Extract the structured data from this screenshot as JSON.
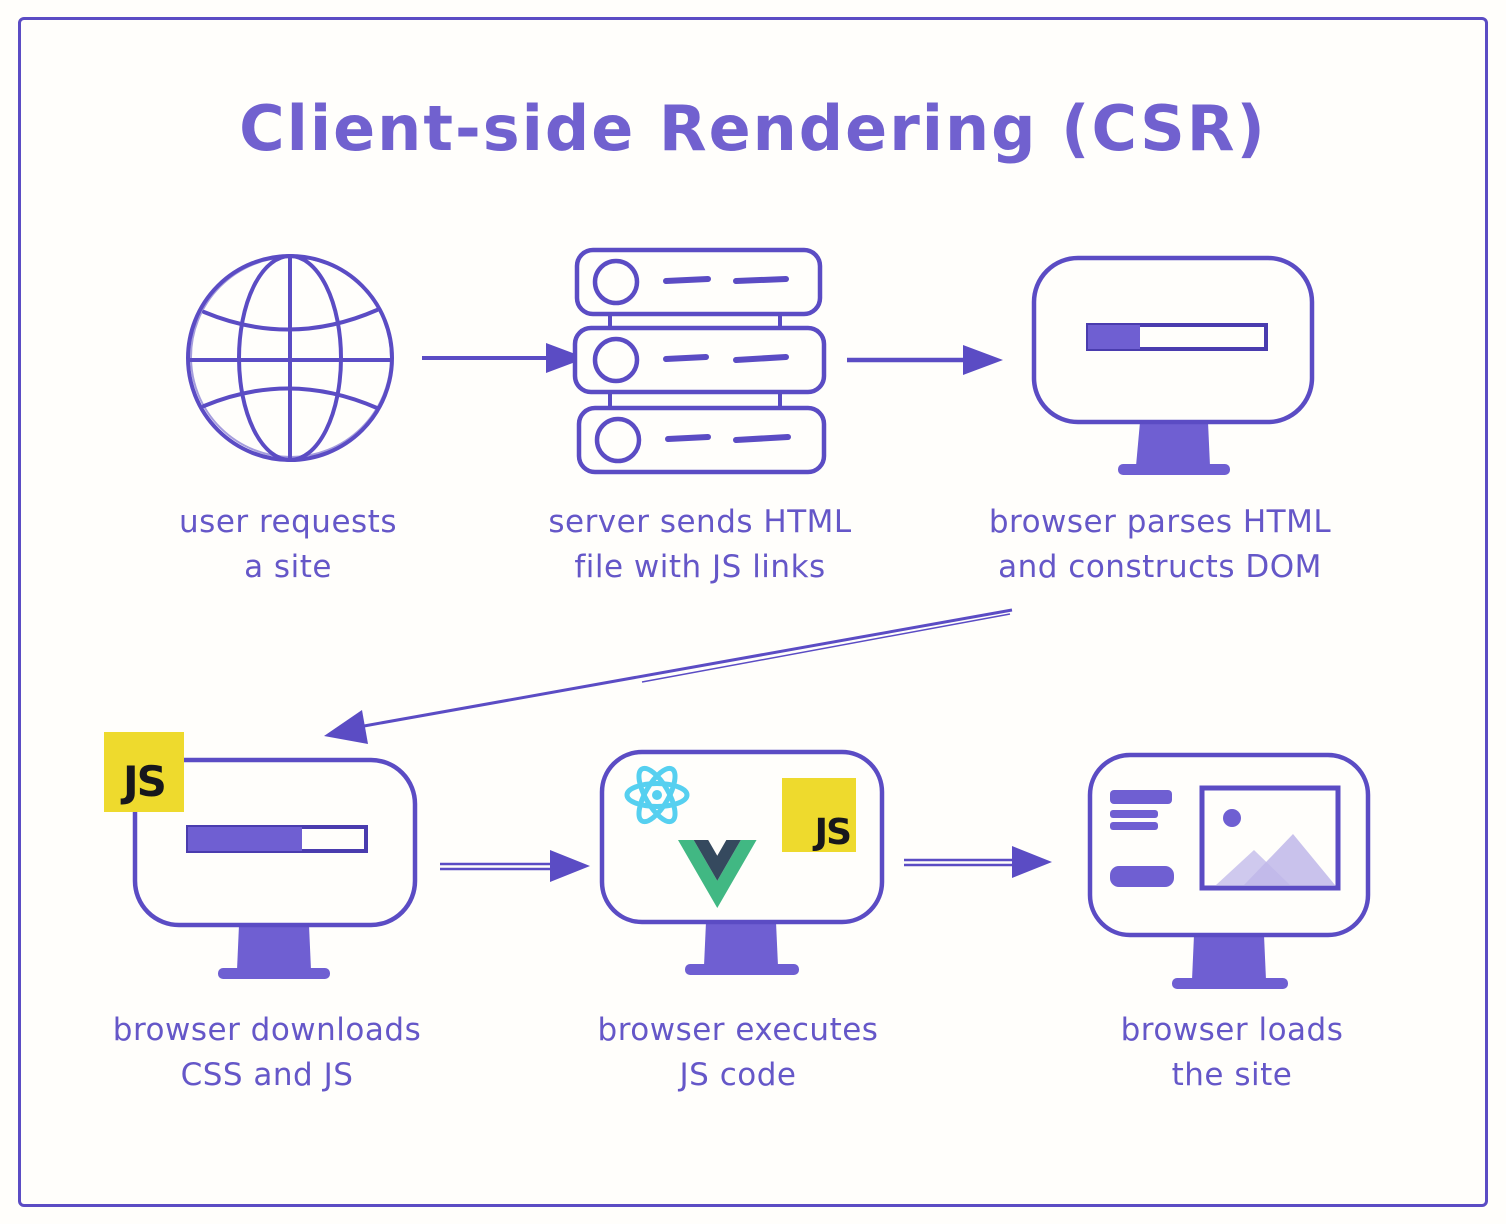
{
  "title": "Client-side Rendering (CSR)",
  "colors": {
    "ink_purple": "#5b4cc4",
    "fill_purple": "#6f5fd2",
    "caption_purple": "#6557c8",
    "title_purple": "#7161cf",
    "js_yellow": "#eeda2d",
    "react_cyan": "#56d0f0",
    "vue_green": "#41b883",
    "vue_dark": "#35495e",
    "mountain_light": "#cfc9ee",
    "mountain_dark": "#bfb7e9"
  },
  "badges": {
    "js": "JS"
  },
  "steps": [
    {
      "icon": "globe-icon",
      "line1": "user requests",
      "line2": "a site"
    },
    {
      "icon": "server-icon",
      "line1": "server sends HTML",
      "line2": "file with JS links"
    },
    {
      "icon": "monitor-loading-icon",
      "line1": "browser parses HTML",
      "line2": "and constructs DOM"
    },
    {
      "icon": "monitor-js-download-icon",
      "line1": "browser downloads",
      "line2": "CSS and JS"
    },
    {
      "icon": "monitor-frameworks-icon",
      "line1": "browser executes",
      "line2": "JS code"
    },
    {
      "icon": "monitor-site-icon",
      "line1": "browser loads",
      "line2": "the site"
    }
  ]
}
